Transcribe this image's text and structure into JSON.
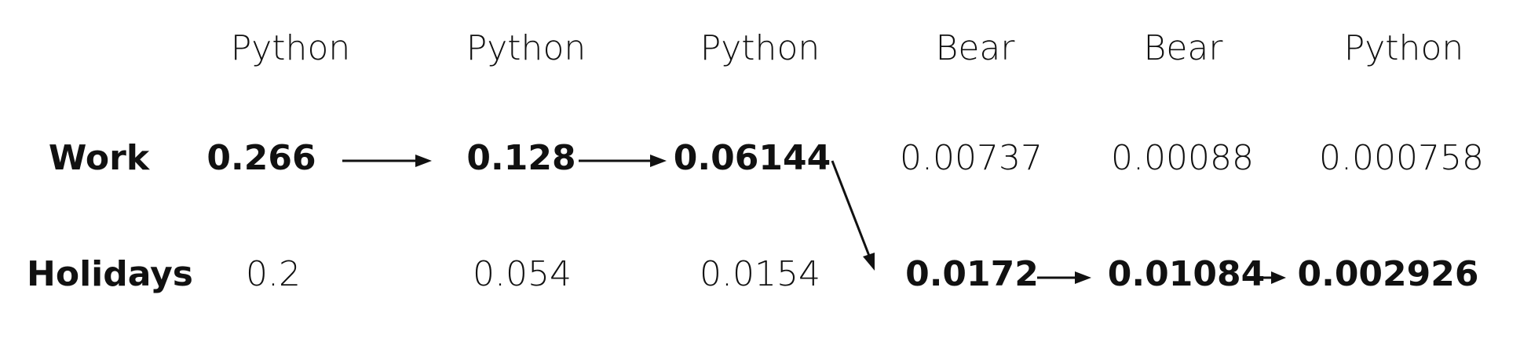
{
  "headers": [
    "Python",
    "Python",
    "Python",
    "Bear",
    "Bear",
    "Python"
  ],
  "rows": [
    {
      "label": "Work",
      "values": [
        "0.266",
        "0.128",
        "0.06144",
        "0.00737",
        "0.00088",
        "0.000758"
      ],
      "bold": [
        true,
        true,
        true,
        false,
        false,
        false
      ]
    },
    {
      "label": "Holidays",
      "values": [
        "0.2",
        "0.054",
        "0.0154",
        "0.0172",
        "0.01084",
        "0.002926"
      ],
      "bold": [
        false,
        false,
        false,
        true,
        true,
        true
      ]
    }
  ]
}
